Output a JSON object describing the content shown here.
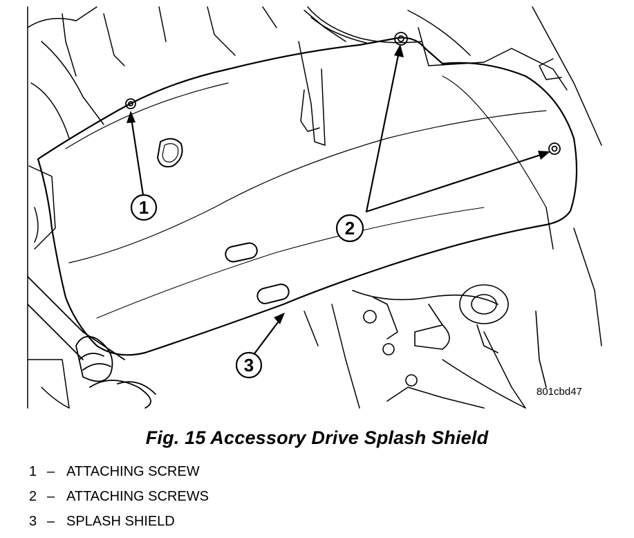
{
  "figure": {
    "callouts": [
      "1",
      "2",
      "3"
    ],
    "image_code": "801cbd47"
  },
  "caption": "Fig. 15 Accessory Drive Splash Shield",
  "legend": [
    {
      "number": "1",
      "dash": "–",
      "text": "ATTACHING SCREW"
    },
    {
      "number": "2",
      "dash": "–",
      "text": "ATTACHING SCREWS"
    },
    {
      "number": "3",
      "dash": "–",
      "text": "SPLASH SHIELD"
    }
  ]
}
